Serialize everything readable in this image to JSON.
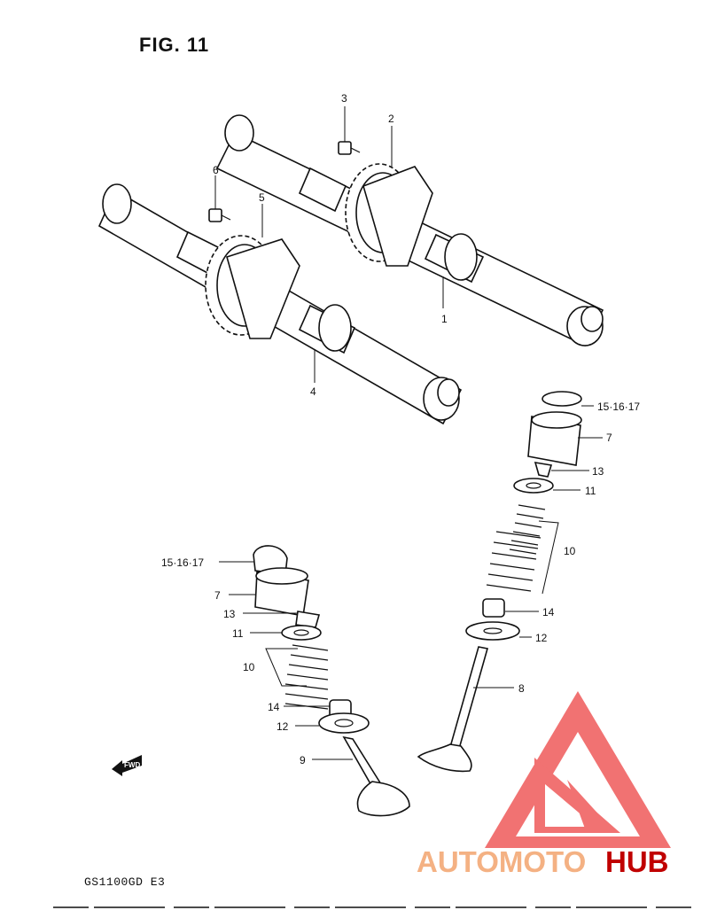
{
  "figure": {
    "title": "FIG. 11",
    "model": "GS1100GD E3"
  },
  "parts": {
    "camshaft_exhaust": "1",
    "sprocket_exhaust": "2",
    "bolt_exhaust": "3",
    "camshaft_intake": "4",
    "sprocket_intake": "5",
    "bolt_intake": "6",
    "tappet_right": "7",
    "valve_exhaust": "8",
    "valve_intake": "9",
    "springs_right": "10",
    "retainer_right": "11",
    "seat_right": "12",
    "cotter_right": "13",
    "seal_right": "14",
    "shim_right": "15·16·17",
    "shim_left": "15·16·17",
    "tappet_left": "7",
    "cotter_left": "13",
    "retainer_left": "11",
    "springs_left": "10",
    "seal_left": "14",
    "seat_left": "12"
  },
  "fwd": "FWD",
  "watermark": {
    "brand_a": "AUTOMOTO",
    "brand_b": "HUB",
    "color_a": "#f4b183",
    "color_b": "#c00000",
    "logo_color": "#e84646"
  }
}
